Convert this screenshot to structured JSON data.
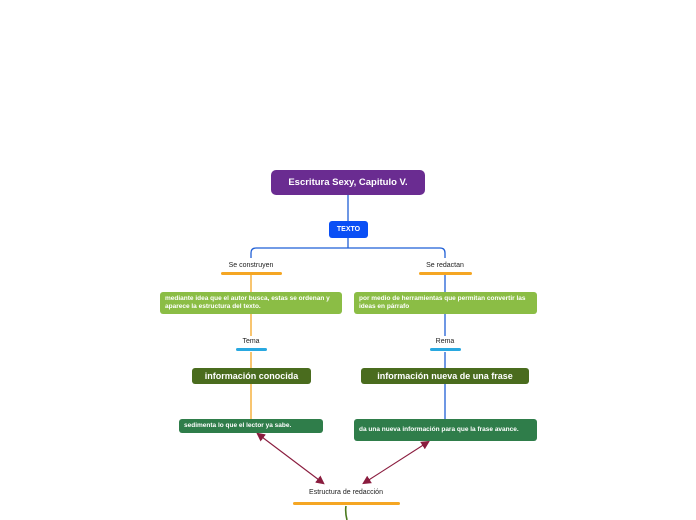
{
  "map": {
    "title": "Escritura Sexy, Capitulo V.",
    "texto": "TEXTO",
    "left": {
      "label": "Se construyen",
      "description": "mediante idea que el autor busca, estas se ordenan y aparece la estructura del texto.",
      "sublabel": "Tema",
      "concept": "información conocida",
      "detail": "sedimenta lo que el lector ya sabe."
    },
    "right": {
      "label": "Se redactan",
      "description": "por medio de herramientas que permitan convertir las ideas en párrafo",
      "sublabel": "Rema",
      "concept": "información nueva de una frase",
      "detail": "da una nueva información para que la frase avance."
    },
    "bottom": {
      "label": "Estructura de redacción"
    }
  },
  "colors": {
    "main_topic": "#6a2c91",
    "texto": "#0a4ff5",
    "blue_line": "#1f5fd6",
    "orange_line": "#f5a623",
    "cyan_underline": "#29a8e0",
    "light_green": "#8bbd45",
    "dark_olive": "#4a6c1e",
    "teal": "#2f7d4a",
    "arrow": "#8a1c3e",
    "green_line": "#4a7a1e"
  }
}
